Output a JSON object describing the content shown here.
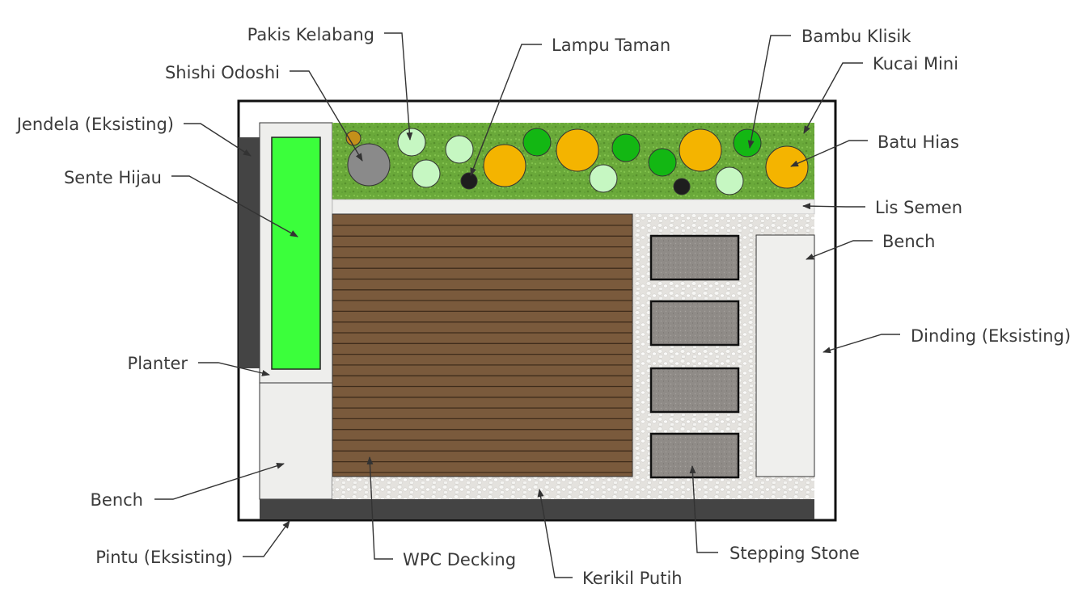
{
  "labels": {
    "pakis_kelabang": "Pakis Kelabang",
    "lampu_taman": "Lampu Taman",
    "bambu_klisik": "Bambu Klisik",
    "kucai_mini": "Kucai Mini",
    "shishi_odoshi": "Shishi Odoshi",
    "jendela": "Jendela (Eksisting)",
    "sente_hijau": "Sente Hijau",
    "batu_hias": "Batu Hias",
    "lis_semen": "Lis Semen",
    "bench_right": "Bench",
    "dinding": "Dinding (Eksisting)",
    "planter": "Planter",
    "bench_left": "Bench",
    "pintu": "Pintu (Eksisting)",
    "wpc_decking": "WPC Decking",
    "kerikil_putih": "Kerikil Putih",
    "stepping_stone": "Stepping Stone"
  },
  "colors": {
    "grass": "#6aa93a",
    "sente": "#3bff3b",
    "decking": "#7a5a3c",
    "concrete": "#eeeeec",
    "gravel": "#e2e0dc",
    "stone": "#8f8b87",
    "orange_plant": "#f4b400",
    "light_green_plant": "#c6f7c2",
    "dark_green_plant": "#13b713",
    "rock": "#8a8a8a",
    "lamp": "#1e1e1e",
    "dark_wall": "#444444"
  }
}
